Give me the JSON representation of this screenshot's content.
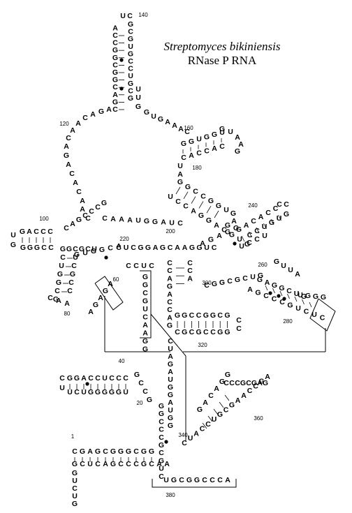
{
  "title": {
    "organism": "Streptomyces bikiniensis",
    "molecule": "RNase P RNA"
  },
  "position_labels": [
    "1",
    "20",
    "40",
    "60",
    "80",
    "100",
    "120",
    "140",
    "160",
    "180",
    "200",
    "220",
    "240",
    "260",
    "280",
    "300",
    "320",
    "340",
    "360",
    "380"
  ],
  "segments": [
    {
      "id": "top-hairpin-left",
      "seq": "CGACGGCGGCCA"
    },
    {
      "id": "top-hairpin-loop",
      "seq": "UC"
    },
    {
      "id": "top-hairpin-right",
      "seq": "GCGUGCCUGCG"
    },
    {
      "id": "top-hairpin-tail",
      "seq": "UAGU"
    },
    {
      "id": "loop-120-left",
      "seq": "AGACAACAGACACAAC"
    },
    {
      "id": "j160",
      "seq": "GUGAAAC"
    },
    {
      "id": "p160-5",
      "seq": "GGUGGU"
    },
    {
      "id": "p160-loop",
      "seq": "GUAAG"
    },
    {
      "id": "p160-3",
      "seq": "CACCAC"
    },
    {
      "id": "j180",
      "seq": "UA"
    },
    {
      "id": "p12-5",
      "seq": "GGCCGG"
    },
    {
      "id": "p12-loop",
      "seq": "UGAGGC"
    },
    {
      "id": "p12-3",
      "seq": "UCCAGGACGUG"
    },
    {
      "id": "j200",
      "seq": "CAAAUGGAUC"
    },
    {
      "id": "p100-5",
      "seq": "CAGCCCG"
    },
    {
      "id": "p100-stemA",
      "seq": "GACCC"
    },
    {
      "id": "p100-stemB",
      "seq": "GGGCC"
    },
    {
      "id": "p100-loop",
      "seq": "UG"
    },
    {
      "id": "p100-3",
      "seq": "GGCGCU"
    },
    {
      "id": "p80-5",
      "seq": "CUGGCG"
    },
    {
      "id": "p80-loop",
      "seq": "CAA"
    },
    {
      "id": "p80-3",
      "seq": "UCGCC"
    },
    {
      "id": "j220",
      "seq": "GUGGCACUCGGAGCAAGGUC"
    },
    {
      "id": "p240-5",
      "seq": "AGAGG"
    },
    {
      "id": "p240-stem",
      "seq": "GACACC"
    },
    {
      "id": "p240-loop",
      "seq": "CC"
    },
    {
      "id": "p240-3",
      "seq": "GUGUCC"
    },
    {
      "id": "p240-u",
      "seq": "UCCU"
    },
    {
      "id": "p260-5",
      "seq": "CGGCGCUG"
    },
    {
      "id": "p260-loop",
      "seq": "GUUA"
    },
    {
      "id": "p260-3",
      "seq": "GAGGCUG"
    },
    {
      "id": "p260-back",
      "seq": "AGCCCGUCUC"
    },
    {
      "id": "p280-tail",
      "seq": "UGGG"
    },
    {
      "id": "p60-5",
      "seq": "CCUC"
    },
    {
      "id": "p60-3",
      "seq": "AGAGA"
    },
    {
      "id": "p60-col",
      "seq": "GGCGUCAAGG"
    },
    {
      "id": "p300-5",
      "seq": "CCAGACCAG"
    },
    {
      "id": "p320-5",
      "seq": "GGCCGGCG"
    },
    {
      "id": "p320-loop",
      "seq": "CC"
    },
    {
      "id": "p320-3",
      "seq": "CGCGCCGG"
    },
    {
      "id": "p320-col",
      "seq": "CUAGAUGGAUGG"
    },
    {
      "id": "p40-5",
      "seq": "GGACCUCCC"
    },
    {
      "id": "p40-loop",
      "seq": "CU"
    },
    {
      "id": "p40-3",
      "seq": "UCUGGGGGU"
    },
    {
      "id": "p40-tail",
      "seq": "GCCG"
    },
    {
      "id": "p340-col",
      "seq": "GGCCCGCGUC"
    },
    {
      "id": "p360-5",
      "seq": "GACAGG"
    },
    {
      "id": "p360-loop",
      "seq": "CCCGCGAG"
    },
    {
      "id": "p360-3",
      "seq": "CUACCUGCGAACCGA"
    },
    {
      "id": "p1-5",
      "seq": "CGAGCGGGCGG"
    },
    {
      "id": "p1-3",
      "seq": "GCUCAGCCCGCAA"
    },
    {
      "id": "p1-tail",
      "seq": "GUCUG"
    },
    {
      "id": "j380",
      "seq": "UGCGGCCCA"
    }
  ]
}
